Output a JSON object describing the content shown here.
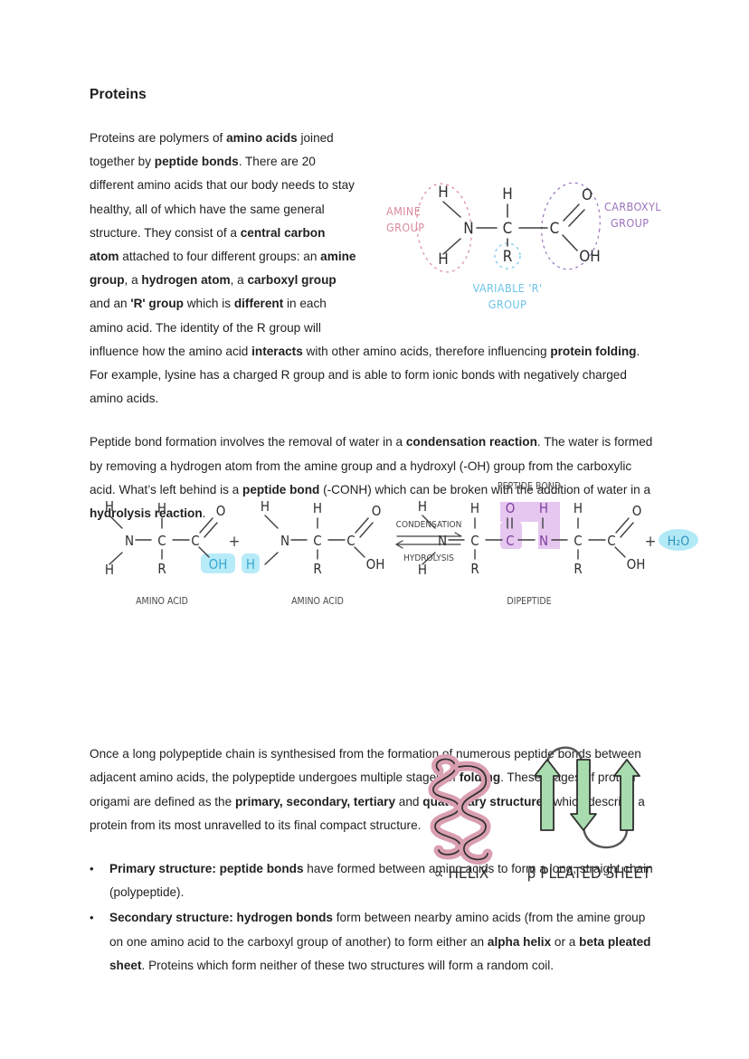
{
  "document": {
    "title": "Proteins"
  },
  "paragraphs": {
    "p1": [
      {
        "t": "Proteins are polymers of ",
        "b": false
      },
      {
        "t": "amino acids",
        "b": true
      },
      {
        "t": " joined together by ",
        "b": false
      },
      {
        "t": "peptide bonds",
        "b": true
      },
      {
        "t": ". There are 20 different amino acids that our body needs to stay healthy, all of which have the same general structure. They consist of a ",
        "b": false
      },
      {
        "t": "central carbon atom",
        "b": true
      },
      {
        "t": " attached to four different groups: an ",
        "b": false
      },
      {
        "t": "amine group",
        "b": true
      },
      {
        "t": ", a ",
        "b": false
      },
      {
        "t": "hydrogen atom",
        "b": true
      },
      {
        "t": ", a ",
        "b": false
      },
      {
        "t": "carboxyl group",
        "b": true
      },
      {
        "t": " and an ",
        "b": false
      },
      {
        "t": "'R' group",
        "b": true
      },
      {
        "t": " which is ",
        "b": false
      },
      {
        "t": "different",
        "b": true
      },
      {
        "t": " in each amino acid. The identity of the R group will influence how the amino acid ",
        "b": false
      },
      {
        "t": "interacts",
        "b": true
      },
      {
        "t": " with other amino acids, therefore influencing ",
        "b": false
      },
      {
        "t": "protein folding",
        "b": true
      },
      {
        "t": ". For example, lysine has a charged R group and is able to form ionic bonds with negatively charged amino acids.",
        "b": false
      }
    ],
    "p2": [
      {
        "t": "Peptide bond formation involves the removal of water in a ",
        "b": false
      },
      {
        "t": "condensation reaction",
        "b": true
      },
      {
        "t": ". The water is formed by removing a hydrogen atom from the amine group and a hydroxyl (-OH) group from the carboxylic acid. What’s left behind is a ",
        "b": false
      },
      {
        "t": "peptide bond",
        "b": true
      },
      {
        "t": " (-CONH) which can be broken with the addition of water in a ",
        "b": false
      },
      {
        "t": "hydrolysis reaction",
        "b": true
      },
      {
        "t": ".",
        "b": false
      }
    ],
    "p3": [
      {
        "t": "Once a long polypeptide chain is synthesised from the formation of numerous peptide bonds between adjacent amino acids, the polypeptide undergoes multiple stages of ",
        "b": false
      },
      {
        "t": "folding",
        "b": true
      },
      {
        "t": ". These stages of protein origami are defined as the ",
        "b": false
      },
      {
        "t": "primary, secondary, tertiary",
        "b": true
      },
      {
        "t": " and ",
        "b": false
      },
      {
        "t": "quaternary structures",
        "b": true
      },
      {
        "t": " which describe a protein from its most unravelled to its final compact structure.",
        "b": false
      }
    ]
  },
  "bullets": [
    {
      "marker": "•",
      "runs": [
        {
          "t": "Primary structure: peptide bonds",
          "b": true
        },
        {
          "t": " have formed between amino acids to form a long, straight chain (polypeptide).",
          "b": false
        }
      ]
    },
    {
      "marker": "•",
      "runs": [
        {
          "t": "Secondary structure: hydrogen bonds",
          "b": true
        },
        {
          "t": " form between nearby amino acids (from the amine group on one amino acid to the carboxyl group of another) to form either an ",
          "b": false
        },
        {
          "t": "alpha helix",
          "b": true
        },
        {
          "t": " or a ",
          "b": false
        },
        {
          "t": "beta pleated sheet",
          "b": true
        },
        {
          "t": ". Proteins which form neither of these two structures will form a random coil.",
          "b": false
        }
      ]
    }
  ],
  "amino_acid_diagram": {
    "labels": {
      "amine_line1": "AMINE",
      "amine_line2": "GROUP",
      "carboxyl_line1": "CARBOXYL",
      "carboxyl_line2": "GROUP",
      "variable_line1": "VARIABLE 'R'",
      "variable_line2": "GROUP"
    },
    "atoms": {
      "h_top_left": "H",
      "h_bottom_left": "H",
      "n": "N",
      "h_top_center": "H",
      "c_center": "C",
      "r": "R",
      "c_right": "C",
      "o_double": "O",
      "oh": "OH"
    },
    "colors": {
      "amine": "#d98a9a",
      "carboxyl": "#9a72bd",
      "variable": "#6ec4e8",
      "bond": "#3f3f3f"
    }
  },
  "reaction_diagram": {
    "labels": {
      "amino_acid_1": "AMINO ACID",
      "amino_acid_2": "AMINO ACID",
      "dipeptide": "DIPEPTIDE",
      "peptide_bond": "PEPTIDE BOND",
      "condensation": "CONDENSATION",
      "hydrolysis": "HYDROLYSIS",
      "plus_1": "+",
      "plus_2": "+",
      "water": "H₂O"
    },
    "atoms": {
      "h": "H",
      "n": "N",
      "c": "C",
      "o": "O",
      "r": "R",
      "oh": "OH"
    },
    "colors": {
      "highlight_cyan": "#9fe4f5",
      "highlight_purple": "#d9a9e8",
      "text_cyan": "#3aa8d0",
      "bond": "#3f3f3f"
    }
  },
  "secondary_structures": [
    {
      "name": "alpha-helix",
      "caption": "∝ HELIX",
      "color": "#d99fb0"
    },
    {
      "name": "beta-pleated-sheet",
      "caption": "β PLEATED SHEET",
      "color": "#a8dcae"
    }
  ]
}
